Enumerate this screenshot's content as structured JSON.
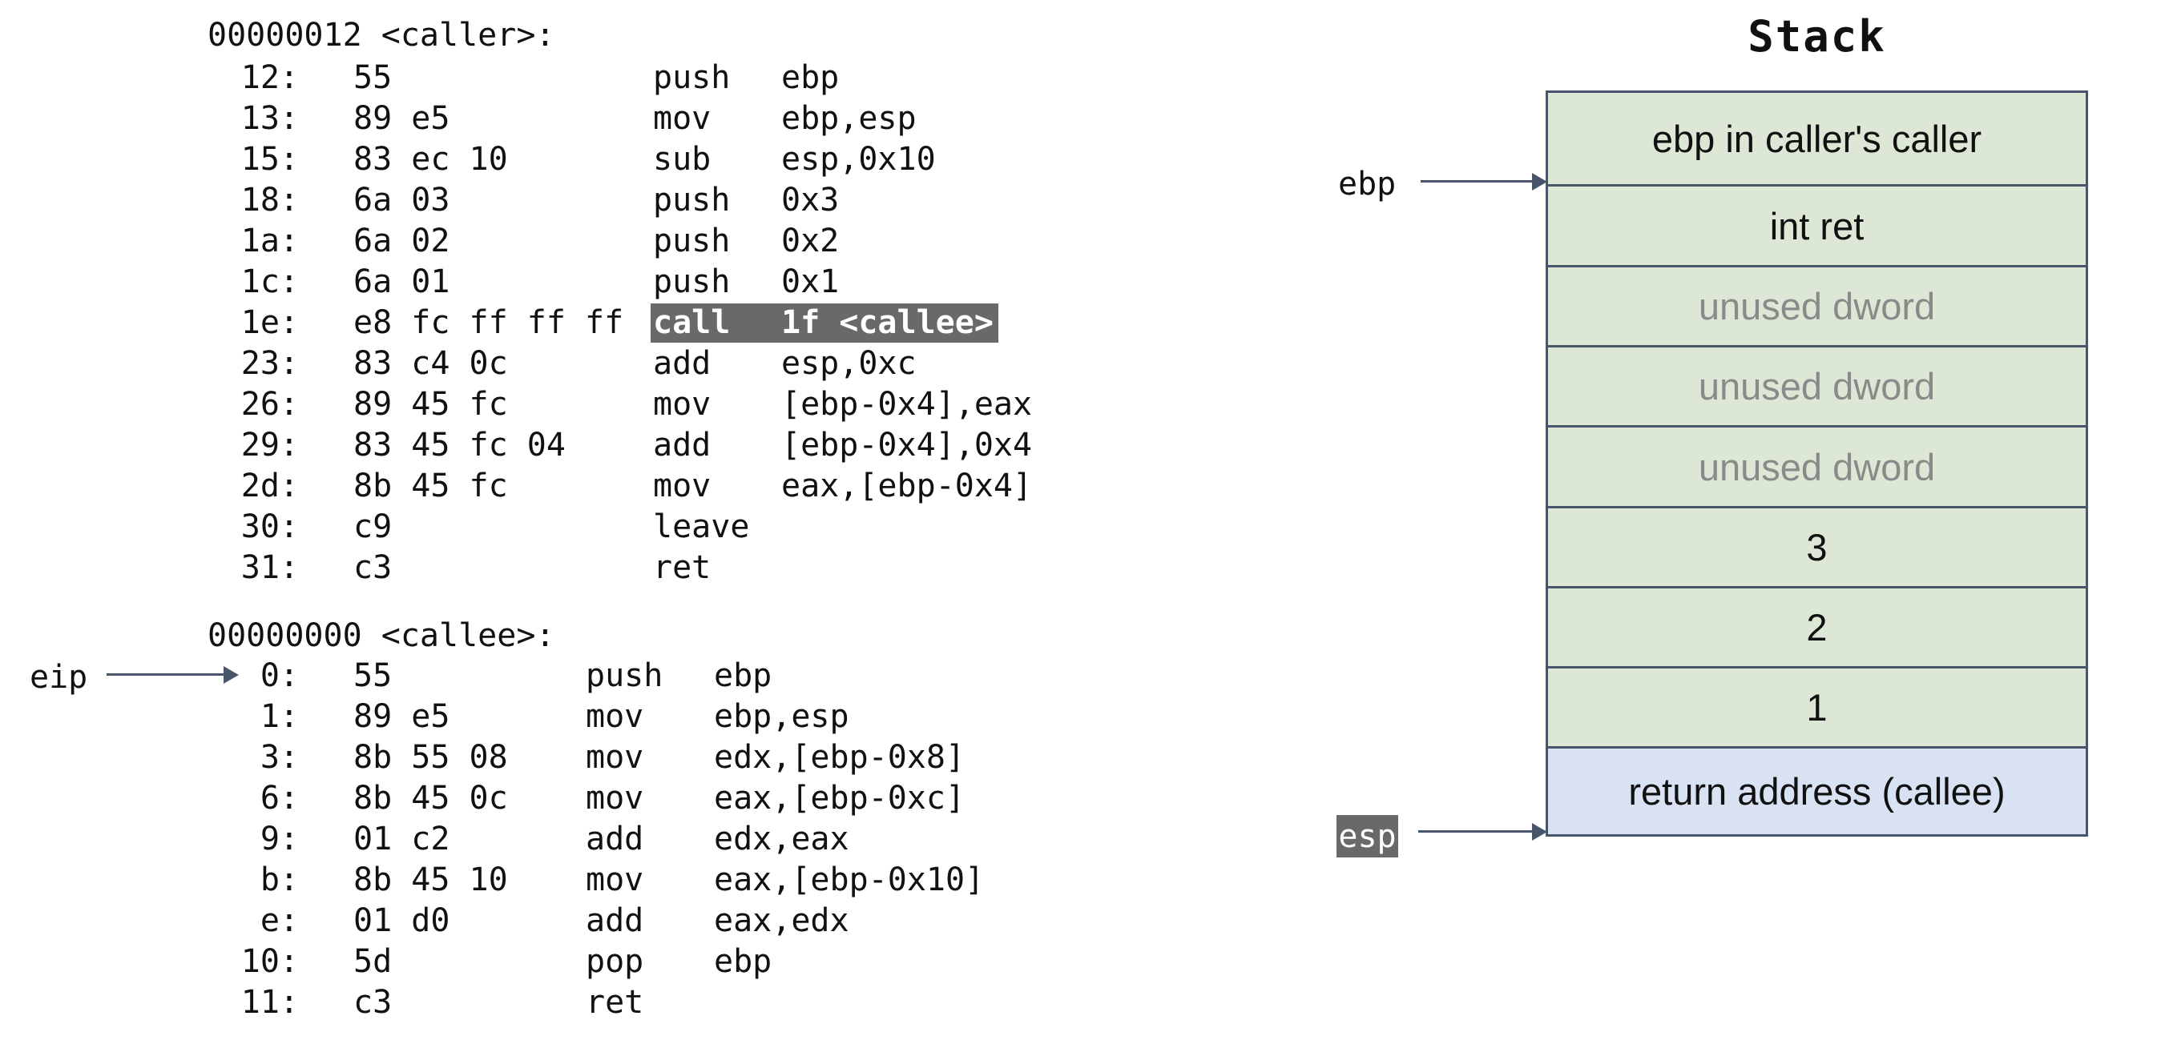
{
  "caller": {
    "header": "00000012 <caller>:",
    "lines": [
      {
        "addr": "12:",
        "bytes": "55",
        "mn": "push",
        "op": "ebp"
      },
      {
        "addr": "13:",
        "bytes": "89 e5",
        "mn": "mov",
        "op": "ebp,esp"
      },
      {
        "addr": "15:",
        "bytes": "83 ec 10",
        "mn": "sub",
        "op": "esp,0x10"
      },
      {
        "addr": "18:",
        "bytes": "6a 03",
        "mn": "push",
        "op": "0x3"
      },
      {
        "addr": "1a:",
        "bytes": "6a 02",
        "mn": "push",
        "op": "0x2"
      },
      {
        "addr": "1c:",
        "bytes": "6a 01",
        "mn": "push",
        "op": "0x1"
      },
      {
        "addr": "1e:",
        "bytes": "e8 fc ff ff ff",
        "mn": "call",
        "op": "1f <callee>",
        "highlight": true
      },
      {
        "addr": "23:",
        "bytes": "83 c4 0c",
        "mn": "add",
        "op": "esp,0xc"
      },
      {
        "addr": "26:",
        "bytes": "89 45 fc",
        "mn": "mov",
        "op": "[ebp-0x4],eax"
      },
      {
        "addr": "29:",
        "bytes": "83 45 fc 04",
        "mn": "add",
        "op": "[ebp-0x4],0x4"
      },
      {
        "addr": "2d:",
        "bytes": "8b 45 fc",
        "mn": "mov",
        "op": "eax,[ebp-0x4]"
      },
      {
        "addr": "30:",
        "bytes": "c9",
        "mn": "leave",
        "op": ""
      },
      {
        "addr": "31:",
        "bytes": "c3",
        "mn": "ret",
        "op": ""
      }
    ]
  },
  "callee": {
    "header": "00000000 <callee>:",
    "lines": [
      {
        "addr": "0:",
        "bytes": "55",
        "mn": "push",
        "op": "ebp"
      },
      {
        "addr": "1:",
        "bytes": "89 e5",
        "mn": "mov",
        "op": "ebp,esp"
      },
      {
        "addr": "3:",
        "bytes": "8b 55 08",
        "mn": "mov",
        "op": "edx,[ebp-0x8]"
      },
      {
        "addr": "6:",
        "bytes": "8b 45 0c",
        "mn": "mov",
        "op": "eax,[ebp-0xc]"
      },
      {
        "addr": "9:",
        "bytes": "01 c2",
        "mn": "add",
        "op": "edx,eax"
      },
      {
        "addr": "b:",
        "bytes": "8b 45 10",
        "mn": "mov",
        "op": "eax,[ebp-0x10]"
      },
      {
        "addr": "e:",
        "bytes": "01 d0",
        "mn": "add",
        "op": "eax,edx"
      },
      {
        "addr": "10:",
        "bytes": "5d",
        "mn": "pop",
        "op": "ebp"
      },
      {
        "addr": "11:",
        "bytes": "c3",
        "mn": "ret",
        "op": ""
      }
    ]
  },
  "registers": {
    "eip": "eip",
    "ebp": "ebp",
    "esp": "esp"
  },
  "stack": {
    "title": "Stack",
    "rows": [
      {
        "label": "ebp in caller's caller",
        "fill": "green",
        "muted": false
      },
      {
        "label": "int ret",
        "fill": "green",
        "muted": false
      },
      {
        "label": "unused dword",
        "fill": "green",
        "muted": true
      },
      {
        "label": "unused dword",
        "fill": "green",
        "muted": true
      },
      {
        "label": "unused dword",
        "fill": "green",
        "muted": true
      },
      {
        "label": "3",
        "fill": "green",
        "muted": false
      },
      {
        "label": "2",
        "fill": "green",
        "muted": false
      },
      {
        "label": "1",
        "fill": "green",
        "muted": false
      },
      {
        "label": "return address (callee)",
        "fill": "blue",
        "muted": false
      }
    ]
  },
  "colors": {
    "cell_green": "#dce8d5",
    "cell_blue": "#d9e2f3",
    "border": "#47566b",
    "arrow": "#47566b",
    "highlight": "#696969",
    "muted_text": "#8a8a8a"
  }
}
